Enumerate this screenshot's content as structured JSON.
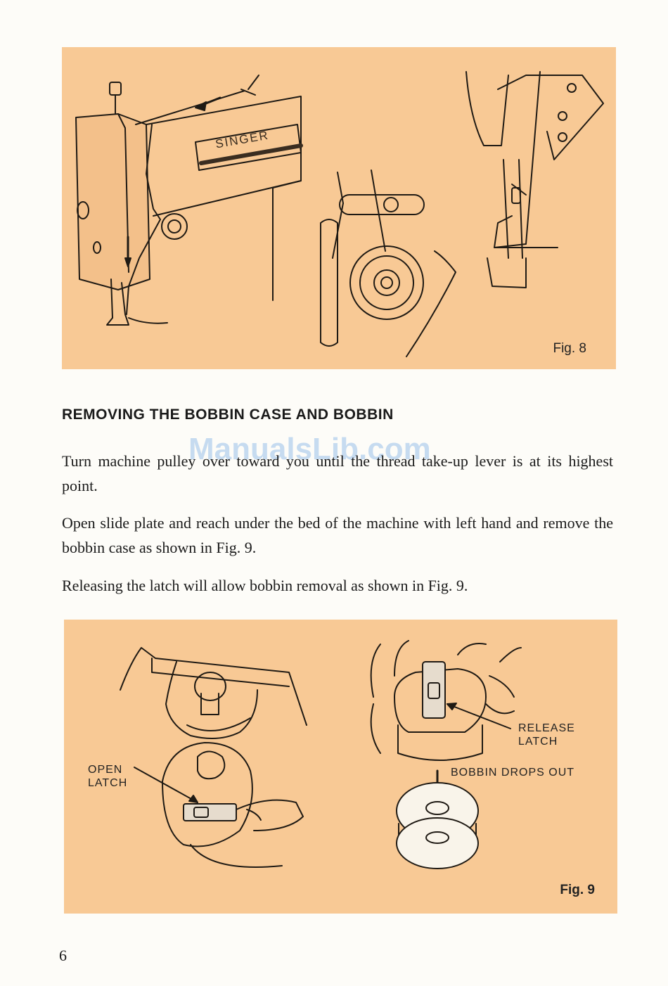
{
  "figures": {
    "fig8": {
      "label": "Fig. 8",
      "machine_brand": "SINGER",
      "background_color": "#f8c995"
    },
    "fig9": {
      "label": "Fig. 9",
      "callouts": {
        "open_latch": "OPEN\nLATCH",
        "release_latch": "RELEASE\nLATCH",
        "bobbin_drops_out": "BOBBIN DROPS OUT"
      },
      "background_color": "#f8c995"
    }
  },
  "section": {
    "heading": "REMOVING THE BOBBIN CASE AND BOBBIN",
    "paragraphs": [
      "Turn machine pulley over toward you until the thread take-up lever is at its highest point.",
      "Open slide plate and reach under the bed of the machine with left hand and remove the bobbin case as shown in Fig. 9.",
      "Releasing the latch will allow bobbin removal as shown in Fig. 9."
    ]
  },
  "watermark": "ManualsLib.com",
  "page_number": "6"
}
